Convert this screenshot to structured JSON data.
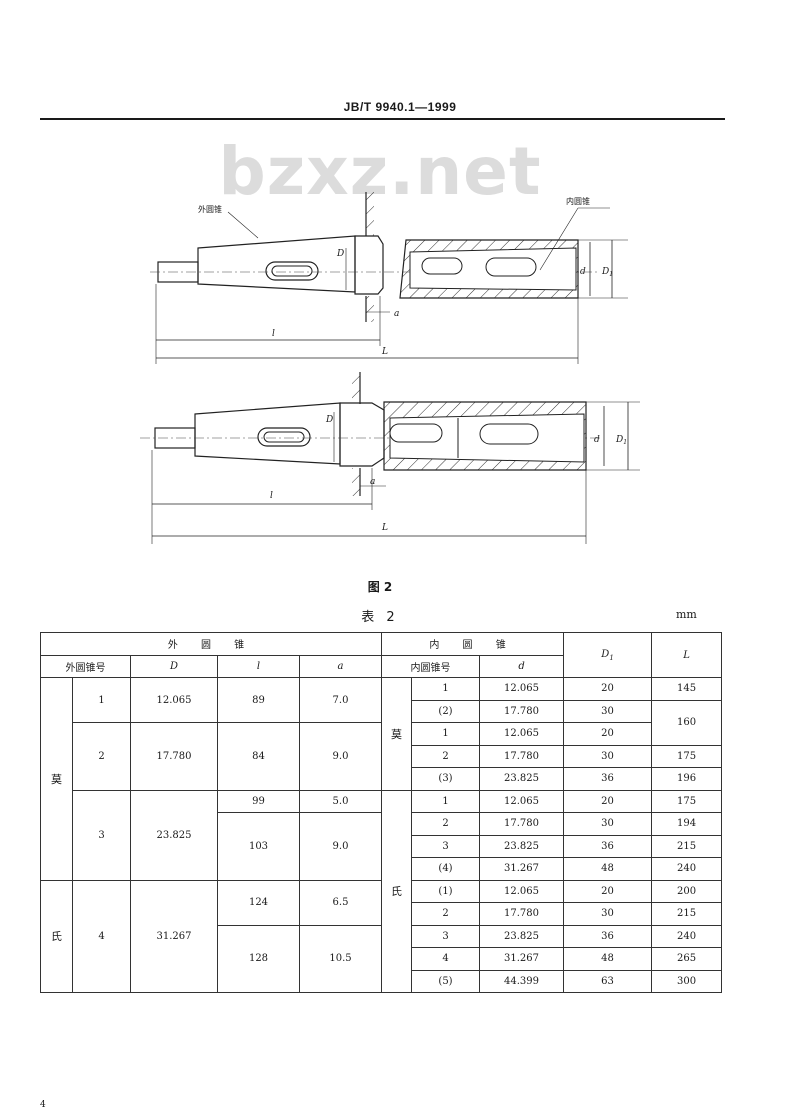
{
  "header": {
    "standard_code": "JB/T 9940.1—1999"
  },
  "watermark": {
    "text": "bzxz.net"
  },
  "figure": {
    "caption": "图 2",
    "labels": {
      "outer_cone": "外圆锥",
      "inner_cone": "内圆锥",
      "D": "D",
      "D1": "D",
      "D1_sub": "1",
      "d": "d",
      "a": "a",
      "l": "l",
      "L": "L"
    }
  },
  "table": {
    "caption": "表 2",
    "unit": "mm",
    "headers": {
      "outer_group": "外 圆 锥",
      "inner_group": "内 圆 锥",
      "outer_no": "外圆锥号",
      "D": "D",
      "l": "l",
      "a": "a",
      "inner_no": "内圆锥号",
      "d": "d",
      "D1": "D",
      "D1_sub": "1",
      "L": "L"
    },
    "systems": {
      "outer_top": "莫",
      "outer_bottom": "氏",
      "inner_top": "莫",
      "inner_bottom": "氏"
    },
    "outer_rows": [
      {
        "no": "1",
        "D": "12.065",
        "l": [
          "89"
        ],
        "a": [
          "7.0"
        ]
      },
      {
        "no": "2",
        "D": "17.780",
        "l": [
          "84"
        ],
        "a": [
          "9.0"
        ]
      },
      {
        "no": "3",
        "D": "23.825",
        "l": [
          "99",
          "103"
        ],
        "a": [
          "5.0",
          "9.0"
        ]
      },
      {
        "no": "4",
        "D": "31.267",
        "l": [
          "124",
          "128"
        ],
        "a": [
          "6.5",
          "10.5"
        ]
      }
    ],
    "inner_rows": [
      {
        "no": "1",
        "d": "12.065",
        "D1": "20",
        "L": "145"
      },
      {
        "no": "(2)",
        "d": "17.780",
        "D1": "30",
        "L": "160"
      },
      {
        "no": "1",
        "d": "12.065",
        "D1": "20",
        "L": ""
      },
      {
        "no": "2",
        "d": "17.780",
        "D1": "30",
        "L": "175"
      },
      {
        "no": "(3)",
        "d": "23.825",
        "D1": "36",
        "L": "196"
      },
      {
        "no": "1",
        "d": "12.065",
        "D1": "20",
        "L": "175"
      },
      {
        "no": "2",
        "d": "17.780",
        "D1": "30",
        "L": "194"
      },
      {
        "no": "3",
        "d": "23.825",
        "D1": "36",
        "L": "215"
      },
      {
        "no": "(4)",
        "d": "31.267",
        "D1": "48",
        "L": "240"
      },
      {
        "no": "(1)",
        "d": "12.065",
        "D1": "20",
        "L": "200"
      },
      {
        "no": "2",
        "d": "17.780",
        "D1": "30",
        "L": "215"
      },
      {
        "no": "3",
        "d": "23.825",
        "D1": "36",
        "L": "240"
      },
      {
        "no": "4",
        "d": "31.267",
        "D1": "48",
        "L": "265"
      },
      {
        "no": "(5)",
        "d": "44.399",
        "D1": "63",
        "L": "300"
      }
    ]
  },
  "page": {
    "number": "4"
  }
}
